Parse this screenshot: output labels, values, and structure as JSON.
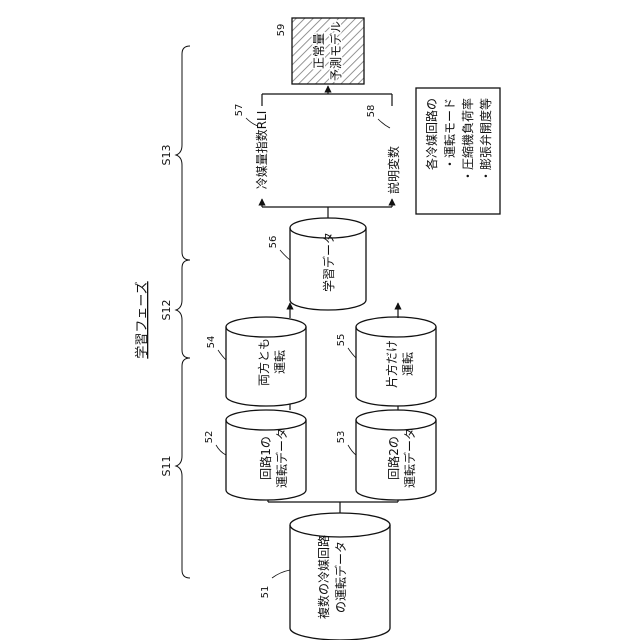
{
  "phase": {
    "title": "学習フェーズ",
    "steps": [
      "S11",
      "S12",
      "S13"
    ]
  },
  "nodes": {
    "n51": {
      "number": "51",
      "lines": [
        "複数の冷媒回路",
        "の運転データ"
      ]
    },
    "n52": {
      "number": "52",
      "lines": [
        "回路1の",
        "運転データ"
      ]
    },
    "n53": {
      "number": "53",
      "lines": [
        "回路2の",
        "運転データ"
      ]
    },
    "n54": {
      "number": "54",
      "lines": [
        "両方とも",
        "運転"
      ]
    },
    "n55": {
      "number": "55",
      "lines": [
        "片方だけ",
        "運転"
      ]
    },
    "n56": {
      "number": "56",
      "lines": [
        "学習データ"
      ]
    },
    "n57": {
      "number": "57",
      "text": "冷媒量指数RLI"
    },
    "n58": {
      "number": "58",
      "text": "説明変数"
    },
    "n59": {
      "number": "59",
      "lines": [
        "正常量",
        "予測モデル"
      ]
    }
  },
  "note": {
    "lines": [
      "各冷媒回路の",
      "・運転モード",
      "・圧縮機負荷率",
      "・膨張弁開度等"
    ]
  }
}
